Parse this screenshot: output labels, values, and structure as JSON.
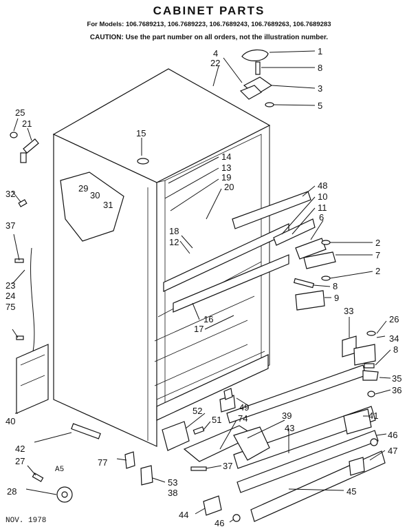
{
  "header": {
    "title": "CABINET PARTS",
    "models": "For Models: 106.7689213, 106.7689223, 106.7689243, 106.7689263, 106.7689283",
    "caution": "CAUTION: Use the part number on all orders, not the illustration number."
  },
  "footer": {
    "code": "A5",
    "date": "NOV. 1978"
  },
  "callouts": [
    "1",
    "8",
    "3",
    "5",
    "4",
    "22",
    "25",
    "21",
    "15",
    "14",
    "13",
    "19",
    "20",
    "48",
    "10",
    "11",
    "29",
    "30",
    "31",
    "32",
    "6",
    "2",
    "7",
    "37",
    "18",
    "12",
    "2",
    "8",
    "23",
    "24",
    "75",
    "9",
    "16",
    "17",
    "33",
    "26",
    "34",
    "8",
    "35",
    "36",
    "40",
    "52",
    "51",
    "74",
    "39",
    "43",
    "41",
    "46",
    "47",
    "42",
    "27",
    "49",
    "77",
    "37",
    "53",
    "38",
    "28",
    "45",
    "44",
    "46"
  ]
}
